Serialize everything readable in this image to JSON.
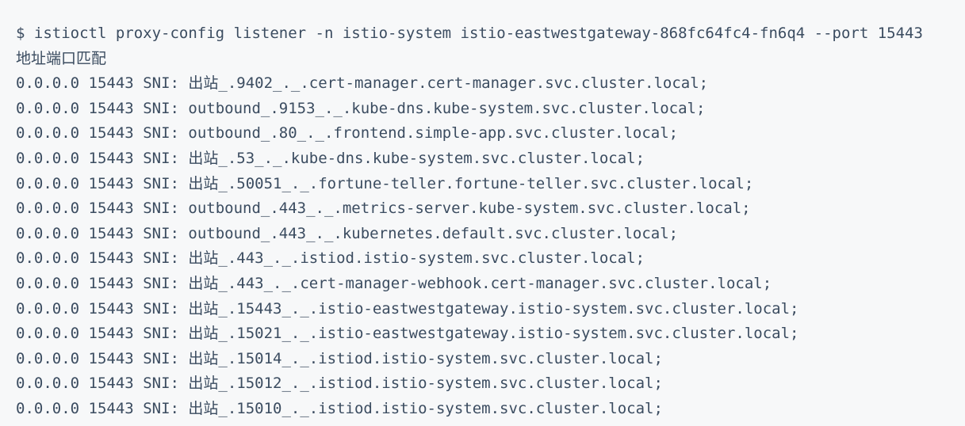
{
  "colors": {
    "background": "#f7f8f9",
    "text": "#3b4c60"
  },
  "terminal": {
    "command": {
      "prompt": "$",
      "text": "istioctl proxy-config listener -n istio-system istio-eastwestgateway-868fc64fc4-fn6q4 --port 15443"
    },
    "output_header": "地址端口匹配",
    "rows": [
      {
        "address": "0.0.0.0",
        "port": "15443",
        "label": "SNI:",
        "sni": "出站_.9402_._.cert-manager.cert-manager.svc.cluster.local;"
      },
      {
        "address": "0.0.0.0",
        "port": "15443",
        "label": "SNI:",
        "sni": "outbound_.9153_._.kube-dns.kube-system.svc.cluster.local;"
      },
      {
        "address": "0.0.0.0",
        "port": "15443",
        "label": "SNI:",
        "sni": "outbound_.80_._.frontend.simple-app.svc.cluster.local;"
      },
      {
        "address": "0.0.0.0",
        "port": "15443",
        "label": "SNI:",
        "sni": "出站_.53_._.kube-dns.kube-system.svc.cluster.local;"
      },
      {
        "address": "0.0.0.0",
        "port": "15443",
        "label": "SNI:",
        "sni": "出站_.50051_._.fortune-teller.fortune-teller.svc.cluster.local;"
      },
      {
        "address": "0.0.0.0",
        "port": "15443",
        "label": "SNI:",
        "sni": "outbound_.443_._.metrics-server.kube-system.svc.cluster.local;"
      },
      {
        "address": "0.0.0.0",
        "port": "15443",
        "label": "SNI:",
        "sni": "outbound_.443_._.kubernetes.default.svc.cluster.local;"
      },
      {
        "address": "0.0.0.0",
        "port": "15443",
        "label": "SNI:",
        "sni": "出站_.443_._.istiod.istio-system.svc.cluster.local;"
      },
      {
        "address": "0.0.0.0",
        "port": "15443",
        "label": "SNI:",
        "sni": "出站_.443_._.cert-manager-webhook.cert-manager.svc.cluster.local;"
      },
      {
        "address": "0.0.0.0",
        "port": "15443",
        "label": "SNI:",
        "sni": "出站_.15443_._.istio-eastwestgateway.istio-system.svc.cluster.local;"
      },
      {
        "address": "0.0.0.0",
        "port": "15443",
        "label": "SNI:",
        "sni": "出站_.15021_._.istio-eastwestgateway.istio-system.svc.cluster.local;"
      },
      {
        "address": "0.0.0.0",
        "port": "15443",
        "label": "SNI:",
        "sni": "出站_.15014_._.istiod.istio-system.svc.cluster.local;"
      },
      {
        "address": "0.0.0.0",
        "port": "15443",
        "label": "SNI:",
        "sni": "出站_.15012_._.istiod.istio-system.svc.cluster.local;"
      },
      {
        "address": "0.0.0.0",
        "port": "15443",
        "label": "SNI:",
        "sni": "出站_.15010_._.istiod.istio-system.svc.cluster.local;"
      }
    ]
  }
}
